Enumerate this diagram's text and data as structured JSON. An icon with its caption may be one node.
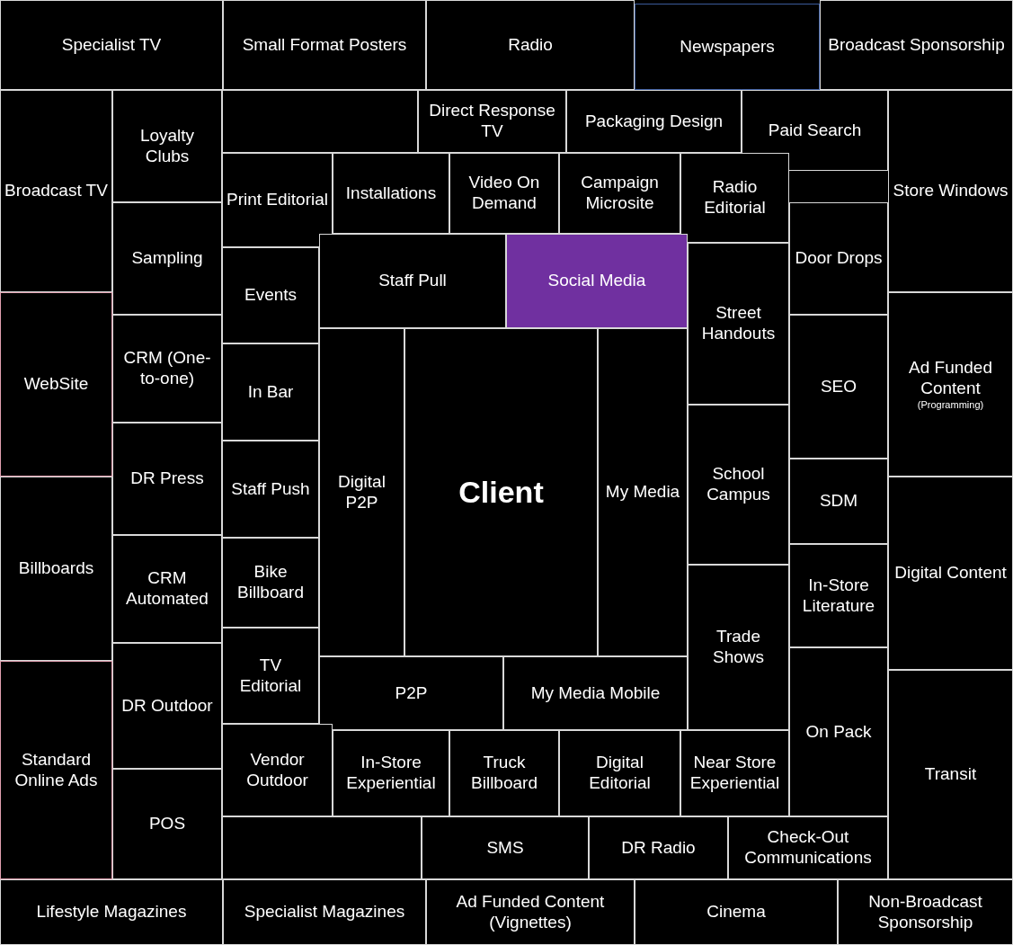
{
  "diagram": {
    "nodes": [
      {
        "text": [
          "Specialist TV"
        ]
      },
      {
        "text": [
          "Small Format Posters"
        ]
      },
      {
        "text": [
          "Radio"
        ]
      },
      {
        "text": [
          "Newspapers"
        ]
      },
      {
        "text": [
          "Broadcast Sponsorship"
        ]
      },
      {
        "text": [
          "Loyalty Clubs"
        ]
      },
      {
        "text": [],
        "shape": "box"
      },
      {
        "text": [
          "Direct Response TV"
        ]
      },
      {
        "text": [
          "Packaging Design"
        ]
      },
      {
        "text": [
          "Paid Search"
        ]
      },
      {
        "text": [
          "Broadcast TV"
        ]
      },
      {
        "text": [
          "Print Editorial"
        ]
      },
      {
        "text": [
          "Installations"
        ]
      },
      {
        "text": [
          "Video On Demand"
        ]
      },
      {
        "text": [
          "Campaign Microsite"
        ]
      },
      {
        "text": [
          "Radio Editorial"
        ]
      },
      {
        "text": [
          "Store Windows"
        ]
      },
      {
        "text": [
          "Sampling"
        ]
      },
      {
        "text": [
          "Events"
        ]
      },
      {
        "text": [
          "Staff Pull"
        ]
      },
      {
        "text": [
          "Social Media"
        ]
      },
      {
        "text": [
          "Street Handouts"
        ]
      },
      {
        "text": [
          "Door Drops"
        ]
      },
      {
        "text": [
          "WebSite"
        ]
      },
      {
        "text": [
          "CRM (One-to-one)"
        ]
      },
      {
        "text": [
          "In Bar"
        ]
      },
      {
        "text": [
          "SEO"
        ]
      },
      {
        "text": [
          "Ad Funded Content",
          "(Programming)"
        ]
      },
      {
        "text": [
          "DR Press"
        ]
      },
      {
        "text": [
          "Staff Push"
        ]
      },
      {
        "text": [
          "Digital P2P"
        ]
      },
      {
        "text": [
          "Client"
        ]
      },
      {
        "text": [
          "My Media"
        ]
      },
      {
        "text": [
          "School Campus"
        ]
      },
      {
        "text": [
          "SDM"
        ]
      },
      {
        "text": [
          "Billboards"
        ]
      },
      {
        "text": [
          "CRM Automated"
        ]
      },
      {
        "text": [
          "Bike Billboard"
        ]
      },
      {
        "text": [
          "In-Store Literature"
        ]
      },
      {
        "text": [
          "Digital Content"
        ]
      },
      {
        "text": [
          "TV Editorial"
        ]
      },
      {
        "text": [
          "P2P"
        ]
      },
      {
        "text": [
          "My Media Mobile"
        ]
      },
      {
        "text": [
          "Trade Shows"
        ]
      },
      {
        "text": [
          "DR Outdoor"
        ]
      },
      {
        "text": [
          "On Pack"
        ]
      },
      {
        "text": [
          "Standard Online Ads"
        ]
      },
      {
        "text": [
          "Vendor Outdoor"
        ]
      },
      {
        "text": [
          "In-Store Experiential"
        ]
      },
      {
        "text": [
          "Truck Billboard"
        ]
      },
      {
        "text": [
          "Digital Editorial"
        ]
      },
      {
        "text": [
          "Near Store Experiential"
        ]
      },
      {
        "text": [
          "Transit"
        ]
      },
      {
        "text": [
          "POS"
        ]
      },
      {
        "text": [],
        "shape": "box"
      },
      {
        "text": [
          "SMS"
        ]
      },
      {
        "text": [
          "DR Radio"
        ]
      },
      {
        "text": [
          "Check-Out Communications"
        ]
      },
      {
        "text": [
          "Lifestyle Magazines"
        ]
      },
      {
        "text": [
          "Specialist Magazines"
        ]
      },
      {
        "text": [
          "Ad Funded Content (Vignettes)"
        ]
      },
      {
        "text": [
          "Cinema"
        ]
      },
      {
        "text": [
          "Non-Broadcast Sponsorship"
        ]
      }
    ]
  }
}
